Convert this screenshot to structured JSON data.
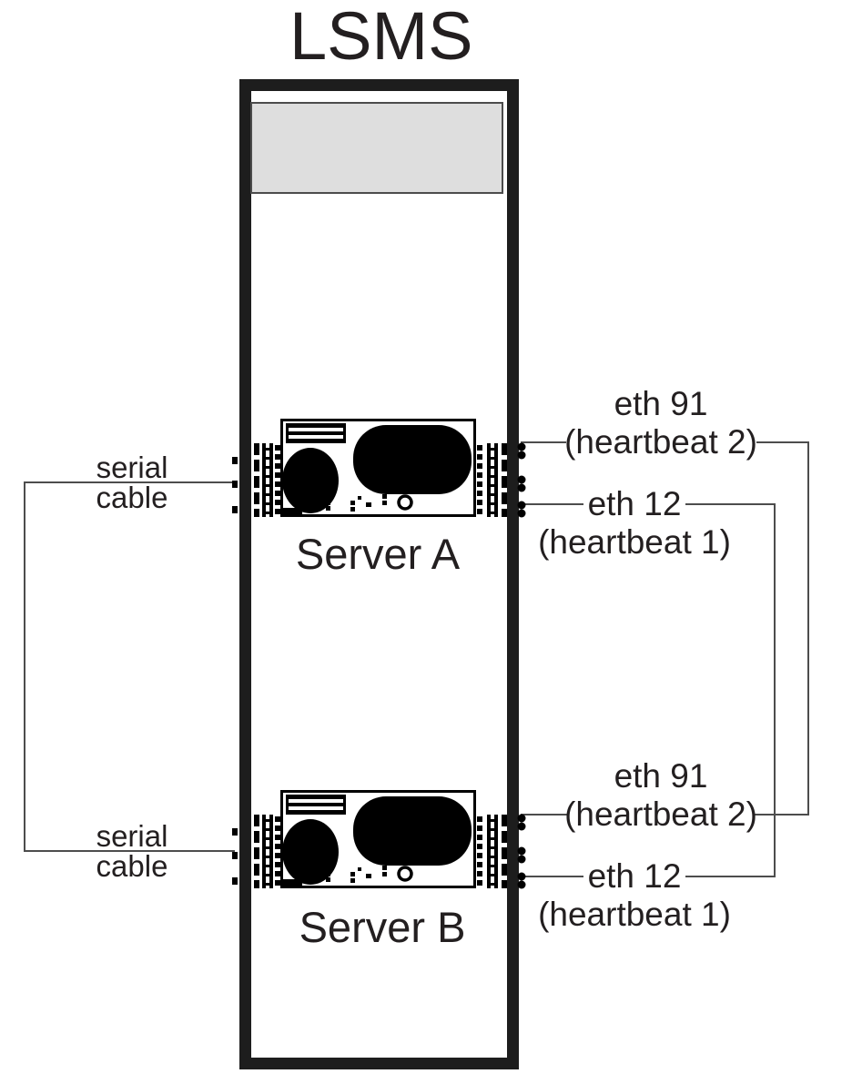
{
  "title": "LSMS",
  "servers": [
    {
      "label": "Server A",
      "serial_cable_label": {
        "line1": "serial",
        "line2": "cable"
      },
      "ports": [
        {
          "name": "eth 91",
          "description": "(heartbeat 2)"
        },
        {
          "name": "eth 12",
          "description": "(heartbeat 1)"
        }
      ]
    },
    {
      "label": "Server B",
      "serial_cable_label": {
        "line1": "serial",
        "line2": "cable"
      },
      "ports": [
        {
          "name": "eth 91",
          "description": "(heartbeat 2)"
        },
        {
          "name": "eth 12",
          "description": "(heartbeat 1)"
        }
      ]
    }
  ],
  "connections": [
    {
      "type": "serial cable",
      "from": "Server A serial port",
      "to": "Server B serial port",
      "side": "left"
    },
    {
      "type": "heartbeat 2",
      "from": "Server A eth 91",
      "to": "Server B eth 91",
      "side": "right"
    },
    {
      "type": "heartbeat 1",
      "from": "Server A eth 12",
      "to": "Server B eth 12",
      "side": "right"
    }
  ],
  "colors": {
    "line": "#4d4d4d",
    "rack_border": "#1d1d1d",
    "panel_fill": "#dedede",
    "panel_border": "#4c4c4c",
    "text": "#231f20",
    "server_ink": "#000000"
  }
}
